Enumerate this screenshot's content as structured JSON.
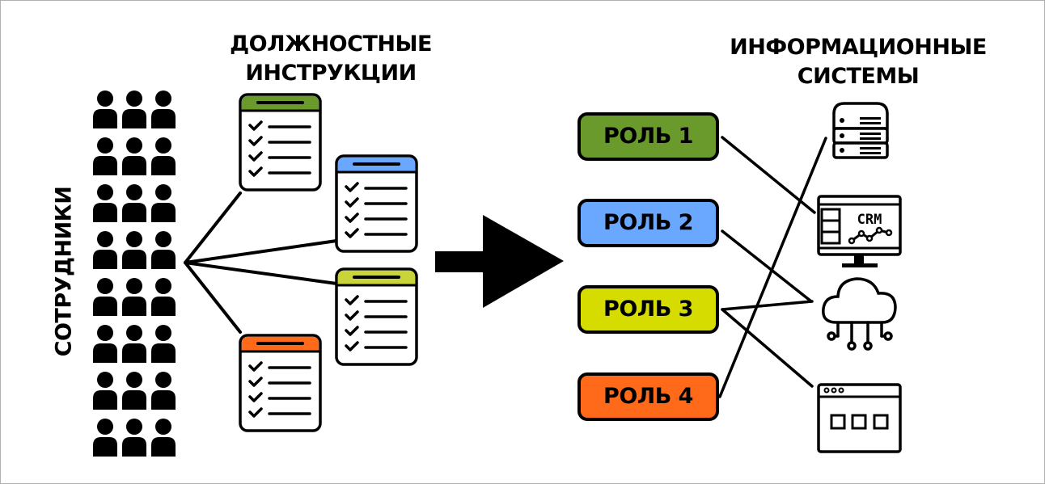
{
  "headings": {
    "duties": [
      "ДОЛЖНОСТНЫЕ",
      "ИНСТРУКЦИИ"
    ],
    "systems": [
      "ИНФОРМАЦИОННЫЕ",
      "СИСТЕМЫ"
    ],
    "employees": "СОТРУДНИКИ"
  },
  "roles": [
    {
      "label": "РОЛЬ 1",
      "color": "#6a9a2c"
    },
    {
      "label": "РОЛЬ 2",
      "color": "#6aa7ff"
    },
    {
      "label": "РОЛЬ 3",
      "color": "#d6dc00"
    },
    {
      "label": "РОЛЬ 4",
      "color": "#ff6a1a"
    }
  ],
  "documents": [
    {
      "color": "#6a9a2c"
    },
    {
      "color": "#6aa7ff"
    },
    {
      "color": "#c8d43a"
    },
    {
      "color": "#ff6a1a"
    }
  ],
  "systems": [
    {
      "icon": "server-icon"
    },
    {
      "icon": "crm-monitor-icon",
      "label": "CRM"
    },
    {
      "icon": "cloud-icon"
    },
    {
      "icon": "browser-window-icon"
    }
  ]
}
